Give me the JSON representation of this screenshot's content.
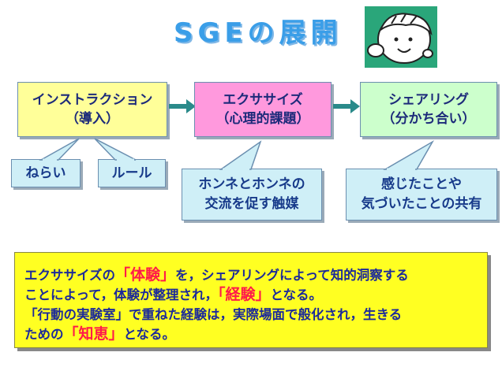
{
  "title": "SGEの展開",
  "colors": {
    "title": "#3a9ee8",
    "step1_fill": "#ffff99",
    "step2_fill": "#ff99dd",
    "step3_fill": "#ccffcc",
    "bubble_fill": "#cfeff7",
    "summary_fill": "#ffff22",
    "arrow": "#2a8a8a",
    "emphasis": "#ff1a4a"
  },
  "mascot_icon": "smiling-child-face",
  "steps": [
    {
      "line1": "インストラクション",
      "line2": "（導入）"
    },
    {
      "line1": "エクササイズ",
      "line2": "（心理的課題）"
    },
    {
      "line1": "シェアリング",
      "line2": "（分かち合い）"
    }
  ],
  "bubbles": {
    "aim": "ねらい",
    "rule": "ルール",
    "catalyst_line1": "ホンネとホンネの",
    "catalyst_line2": "交流を促す触媒",
    "share_line1": "感じたことや",
    "share_line2": "気づいたことの共有"
  },
  "summary": {
    "l1_a": "エクササイズの",
    "l1_em": "「体験」",
    "l1_b": "を，シェアリングによって知的洞察する",
    "l2_a": "ことによって，体験が整理され，",
    "l2_em": "「経験」",
    "l2_b": "となる。",
    "l3": "「行動の実験室」で重ねた経験は，実際場面で般化され，生きる",
    "l4_a": "ための",
    "l4_em": "「知恵」",
    "l4_b": "となる。"
  }
}
